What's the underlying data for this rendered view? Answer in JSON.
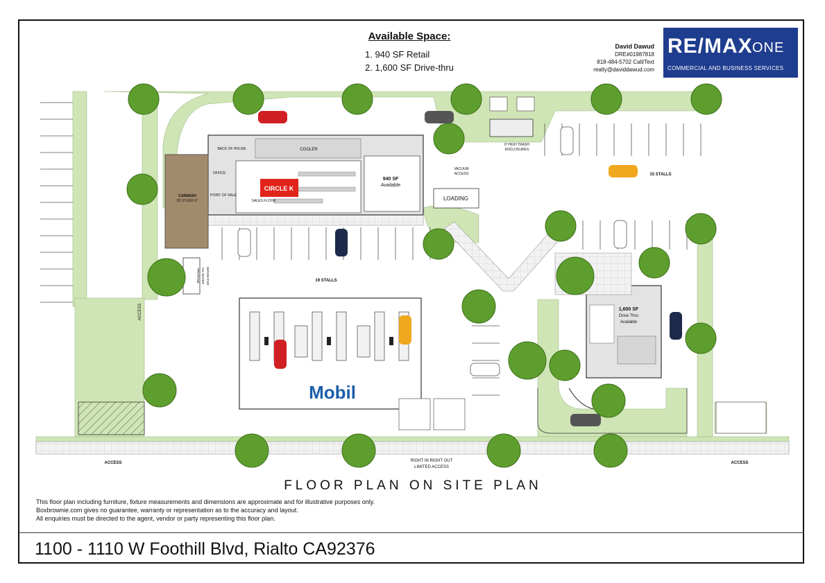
{
  "header": {
    "title": "Available Space:",
    "items": [
      "1.    940 SF Retail",
      "2. 1,600 SF Drive-thru"
    ]
  },
  "agent": {
    "name": "David Dawud",
    "license": "DRE#01987818",
    "phone": "818-484-5702 Call/Text",
    "email": "realty@daviddawud.com"
  },
  "logo": {
    "main": "RE/MAX",
    "suffix": "ONE",
    "tagline": "COMMERCIAL AND BUSINESS SERVICES",
    "bg": "#1f3d8f"
  },
  "site_labels": {
    "carwash": "CARWASH",
    "carwash_size": "20'-0\"x100'-0\"",
    "back_of_house": "BACK OF HOUSE",
    "cooler": "COOLER",
    "office": "OFFICE",
    "point_of_sale": "POINT OF SALE",
    "sales_floor": "SALES FLOOR",
    "circle_k": "CIRCLE K",
    "retail_space": "940 SF",
    "retail_avail": "Available",
    "vacuum": "VACUUM",
    "vacuum2": "ACCESS",
    "loading": "LOADING",
    "trash": "8' HIGH TRASH",
    "trash2": "ENCLOSURES",
    "stalls_right": "15 STALLS",
    "stalls_center": "19 STALLS",
    "propane": "PROPANE",
    "oil_water": "OIL WATER",
    "separator": "SEPARATOR",
    "access_side": "ACCESS",
    "mobil": "Mobil",
    "drive_thru_size": "1,600 SF",
    "drive_thru_label": "Drive Thru",
    "drive_thru_avail": "Available",
    "access_left": "ACCESS",
    "access_right": "ACCESS",
    "right_in": "RIGHT IN RIGHT OUT",
    "limited": "LIMITED ACCESS"
  },
  "colors": {
    "landscape": "#cfe5b5",
    "tree": "#5e9e2e",
    "pavement": "#ffffff",
    "building": "#e3e3e3",
    "carwash": "#a28a6c",
    "circle_k_red": "#e2231a",
    "mobil_blue": "#1b5eab",
    "mobil_red": "#e2231a"
  },
  "plan_heading": "FLOOR PLAN ON SITE PLAN",
  "disclaimer": [
    "This floor plan including furniture, fixture measurements and dimensions are approximate and for illustrative purposes only.",
    "Boxbrownie.com gives no guarantee, warranty or representation as to the accuracy and layout.",
    "All enquiries must be directed to the agent, vendor or party representing this floor plan."
  ],
  "address": "1100 - 1110 W Foothill Blvd, Rialto CA92376"
}
